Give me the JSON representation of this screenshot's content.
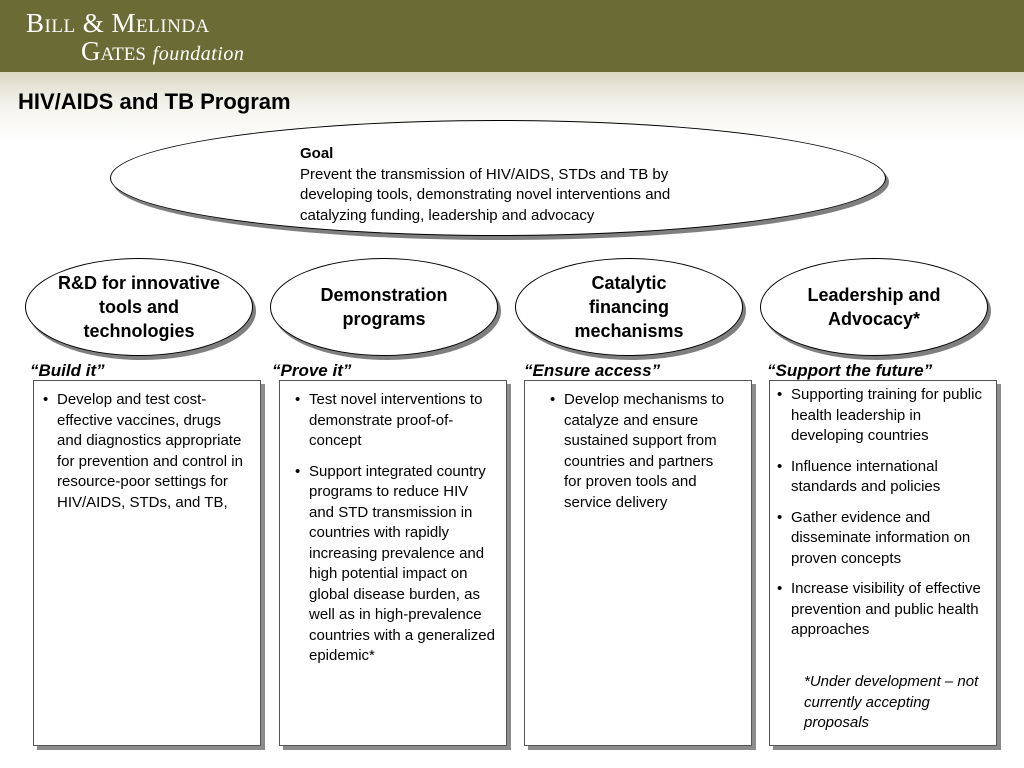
{
  "logo": {
    "line1": "Bill & Melinda",
    "line2": "Gates",
    "line2b": "foundation"
  },
  "title": "HIV/AIDS and TB Program",
  "goal": {
    "title": "Goal",
    "text": "Prevent the transmission of HIV/AIDS, STDs and TB by developing tools, demonstrating novel interventions and catalyzing funding, leadership and advocacy"
  },
  "pillars": [
    {
      "title": "R&D for innovative tools and technologies",
      "slogan": "“Build it”",
      "bullets": [
        "Develop and test cost-effective vaccines, drugs and diagnostics appropriate for prevention and control in resource-poor settings for HIV/AIDS, STDs, and TB,"
      ]
    },
    {
      "title": "Demonstration programs",
      "slogan": "“Prove it”",
      "bullets": [
        "Test novel interventions to demonstrate proof-of-concept",
        "Support integrated country programs to reduce HIV and STD transmission in countries with rapidly increasing prevalence and high potential impact on global disease burden, as well as in high-prevalence countries with a generalized epidemic*"
      ]
    },
    {
      "title": "Catalytic financing mechanisms",
      "slogan": "“Ensure access”",
      "bullets": [
        "Develop mechanisms to catalyze and ensure sustained support from countries and partners for proven tools and service delivery"
      ]
    },
    {
      "title": "Leadership and Advocacy*",
      "slogan": "“Support the future”",
      "bullets": [
        "Supporting training for public health leadership in developing countries",
        "Influence international standards and policies",
        "Gather evidence and disseminate information on proven concepts",
        "Increase visibility of effective prevention and public health approaches"
      ],
      "note": "*Under development – not currently accepting proposals"
    }
  ]
}
